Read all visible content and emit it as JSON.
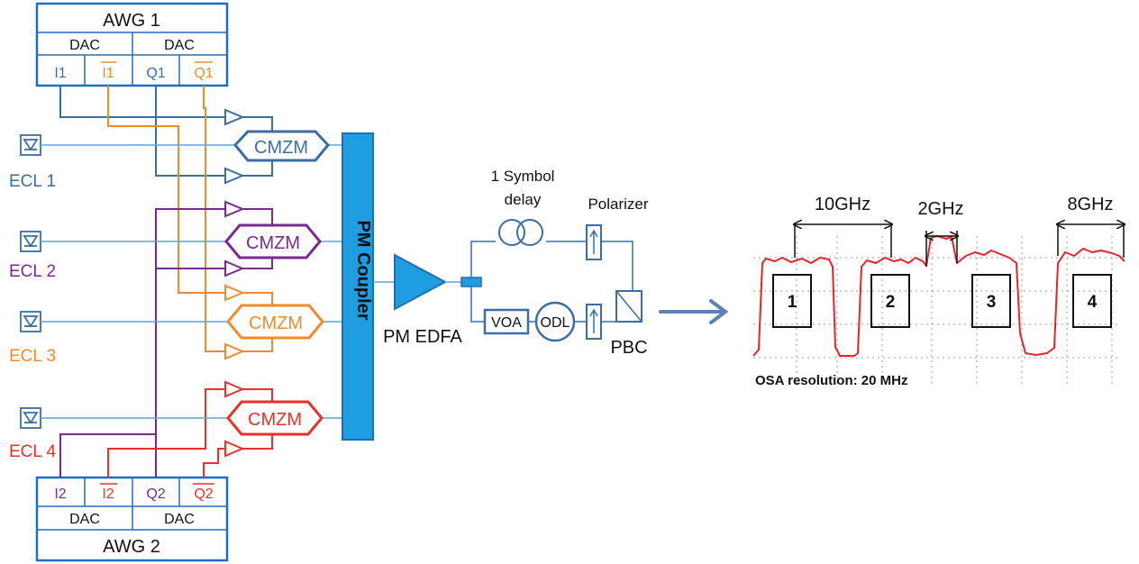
{
  "awg1": {
    "title": "AWG 1",
    "dac": [
      "DAC",
      "DAC"
    ],
    "ports": [
      "I1",
      "I1",
      "Q1",
      "Q1"
    ]
  },
  "awg2": {
    "title": "AWG 2",
    "dac": [
      "DAC",
      "DAC"
    ],
    "ports": [
      "I2",
      "I2",
      "Q2",
      "Q2"
    ]
  },
  "lasers": [
    "ECL 1",
    "ECL 2",
    "ECL 3",
    "ECL 4"
  ],
  "modulator_label": "CMZM",
  "coupler_label": "PM Coupler",
  "amplifier_label": "PM EDFA",
  "emulator": {
    "delay_line1": "1 Symbol",
    "delay_line2": "delay",
    "polarizer": "Polarizer",
    "voa": "VOA",
    "odl": "ODL",
    "pbc": "PBC"
  },
  "spectrum": {
    "spacings": [
      "10GHz",
      "2GHz",
      "8GHz"
    ],
    "channels": [
      "1",
      "2",
      "3",
      "4"
    ],
    "resolution": "OSA resolution: 20 MHz"
  },
  "colors": {
    "ch1": "#3a6ea5",
    "ch2": "#7a2a8e",
    "ch3": "#f08a2c",
    "ch4": "#e8312a",
    "frame": "#1f6ec4",
    "coupler": "#1e9ee0",
    "spectrum": "#e8232a"
  }
}
